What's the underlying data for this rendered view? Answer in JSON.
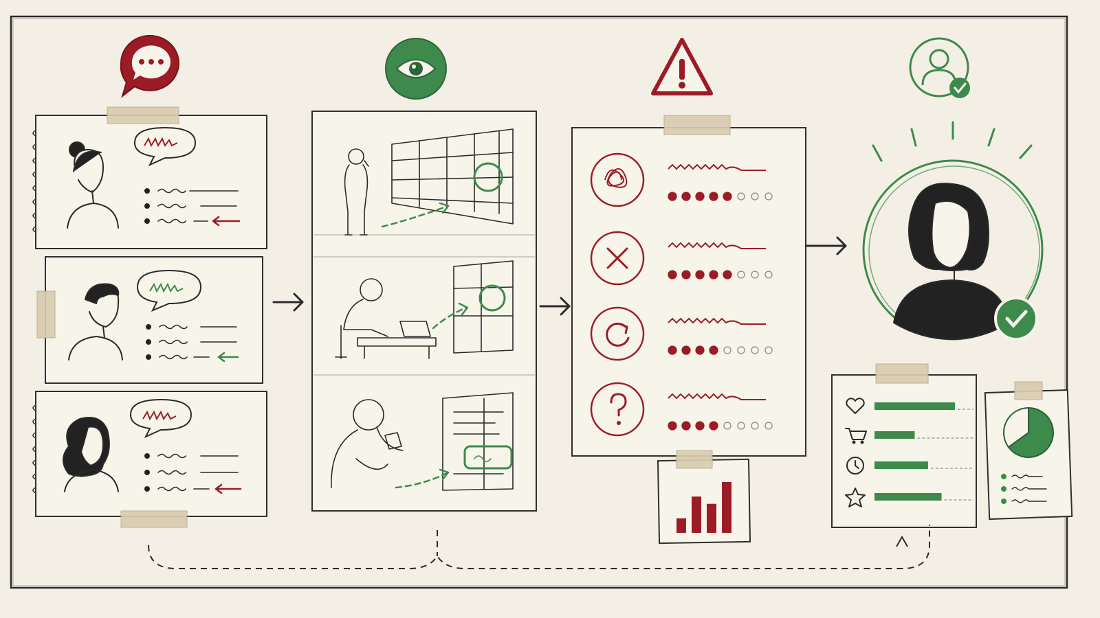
{
  "colors": {
    "background": "#f3efe4",
    "paper": "#f7f4ea",
    "ink": "#2a2a2a",
    "accent_red": "#9b1c26",
    "accent_green": "#3d8a4c",
    "tape": "#d9ccb0"
  },
  "stages": [
    {
      "key": "voice",
      "icon": "speech-bubble-icon",
      "color": "#9b1c26"
    },
    {
      "key": "observe",
      "icon": "eye-icon",
      "color": "#3d8a4c"
    },
    {
      "key": "issues",
      "icon": "warning-triangle-icon",
      "color": "#9b1c26"
    },
    {
      "key": "persona",
      "icon": "user-check-icon",
      "color": "#3d8a4c"
    }
  ],
  "pain_points": [
    {
      "icon": "tangle-icon",
      "rating": 5,
      "max": 8
    },
    {
      "icon": "x-circle-icon",
      "rating": 5,
      "max": 8
    },
    {
      "icon": "refresh-icon",
      "rating": 4,
      "max": 8
    },
    {
      "icon": "question-icon",
      "rating": 4,
      "max": 8
    }
  ],
  "chart_data": {
    "type": "bar",
    "values": [
      2,
      5,
      4,
      7
    ]
  },
  "persona_traits": [
    {
      "icon": "heart-icon",
      "level": 0.9
    },
    {
      "icon": "cart-icon",
      "level": 0.45
    },
    {
      "icon": "clock-icon",
      "level": 0.6
    },
    {
      "icon": "star-icon",
      "level": 0.75
    }
  ],
  "pie_chart": {
    "type": "pie",
    "values": [
      65,
      35
    ]
  }
}
